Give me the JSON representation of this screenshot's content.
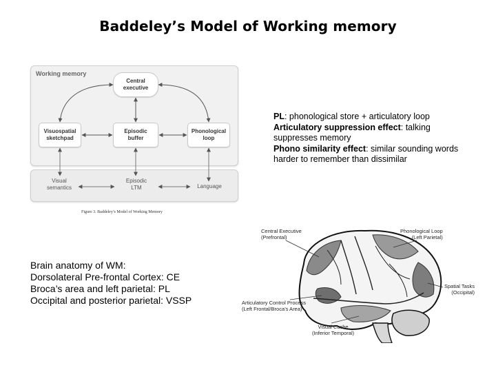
{
  "slide": {
    "title": "Baddeley’s Model of Working memory"
  },
  "model_figure": {
    "panel_label": "Working memory",
    "boxes": {
      "central": "Central\nexecutive",
      "visuospatial": "Visuospatial\nsketchpad",
      "episodic": "Episodic\nbuffer",
      "phonological": "Phonological\nloop"
    },
    "ltm": {
      "visual": "Visual\nsemantics",
      "episodic": "Episodic\nLTM",
      "language": "Language"
    },
    "caption": "Figure 3. Baddeley’s Model of Working Memory"
  },
  "notes": {
    "pl_term": "PL",
    "pl_text": ": phonological store + articulatory loop",
    "as_term": "Articulatory suppression effect",
    "as_text": ": talking suppresses memory",
    "ps_term": "Phono similarity effect",
    "ps_text": ": similar sounding words harder to remember than dissimilar"
  },
  "brain_notes": {
    "line1": "Brain anatomy of WM:",
    "line2": "Dorsolateral Pre-frontal Cortex: CE",
    "line3": "Broca’s area and left parietal: PL",
    "line4": "Occipital and posterior parietal: VSSP"
  },
  "brain_figure": {
    "central_executive": "Central Executive\n(Prefrontal)",
    "phonological_loop": "Phonological Loop\n(Left Parietal)",
    "spatial_tasks": "Spatial Tasks\n(Occipital)",
    "articulatory": "Articulatory Control Process\n(Left Frontal/Broca’s Area)",
    "visual_cache": "Visual Cache\n(Inferior Temporal)"
  }
}
